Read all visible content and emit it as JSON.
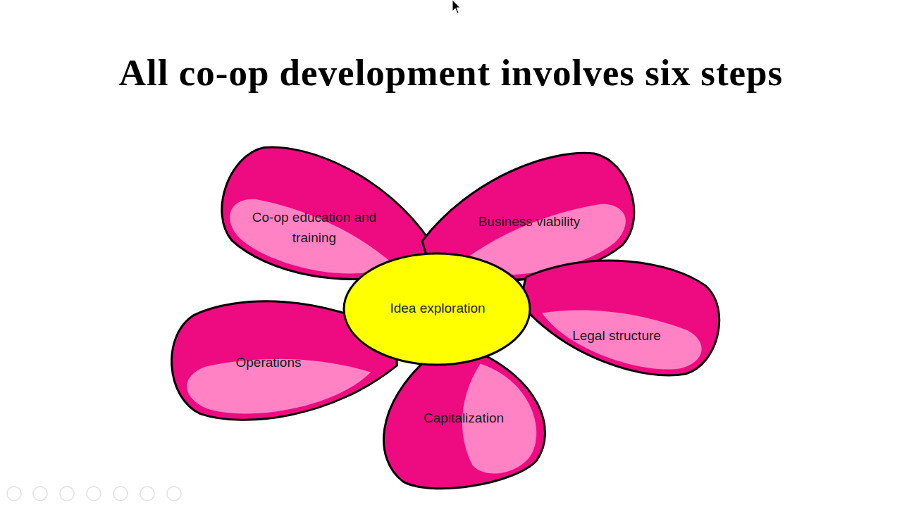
{
  "diagram": {
    "title": "All co-op development involves six steps",
    "nodes": [
      {
        "text": [
          "Co-op education and training"
        ]
      },
      {
        "text": [
          "Business viability"
        ]
      },
      {
        "text": [
          "Idea exploration"
        ]
      },
      {
        "text": [
          "Legal structure"
        ]
      },
      {
        "text": [
          "Operations"
        ]
      },
      {
        "text": [
          "Capitalization"
        ]
      }
    ]
  }
}
